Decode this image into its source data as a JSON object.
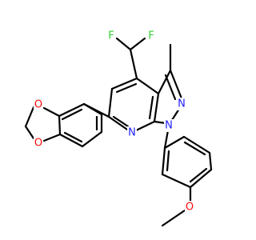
{
  "colors": {
    "background": "#ffffff",
    "carbon": "#000000",
    "nitrogen": "#1f1fff",
    "oxygen": "#ff0d0d",
    "fluorine": "#33cc33"
  },
  "atoms": {
    "f1": {
      "label": "F",
      "element": "fluorine"
    },
    "f2": {
      "label": "F",
      "element": "fluorine"
    },
    "n_pyridine": {
      "label": "N",
      "element": "nitrogen"
    },
    "n_pyrazole_1": {
      "label": "N",
      "element": "nitrogen"
    },
    "n_pyrazole_2": {
      "label": "N",
      "element": "nitrogen"
    },
    "o_dioxole_1": {
      "label": "O",
      "element": "oxygen"
    },
    "o_dioxole_2": {
      "label": "O",
      "element": "oxygen"
    },
    "o_methoxy": {
      "label": "O",
      "element": "oxygen"
    }
  }
}
